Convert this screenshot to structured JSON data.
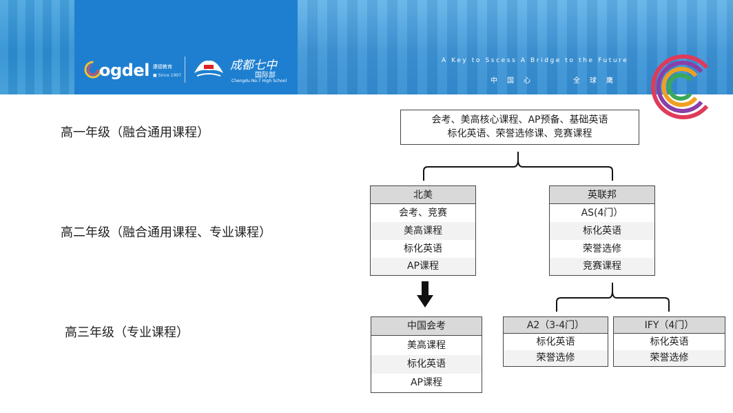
{
  "banner": {
    "cogdel_brand": "ogdel",
    "cogdel_sub": "康德教育",
    "cogdel_since": "■ Since 1997",
    "school_name": "成都七中",
    "school_dept": "国际部",
    "school_en": "Chengdu No.7 High School",
    "slogan_en": "A Key to Sscess A Bridge to the Future",
    "slogan_cn_1": "中国心",
    "slogan_cn_2": "全球鹰"
  },
  "grades": {
    "g1": "高一年级（融合通用课程）",
    "g2": "高二年级（融合通用课程、专业课程）",
    "g3": "高三年级（专业课程）"
  },
  "top_box": {
    "line1": "会考、美高核心课程、AP预备、基础英语",
    "line2": "标化英语、荣誉选修课、竞赛课程"
  },
  "north_america": {
    "head": "北美",
    "rows": [
      "会考、竞赛",
      "美高课程",
      "标化英语",
      "AP课程"
    ]
  },
  "commonwealth": {
    "head": "英联邦",
    "rows": [
      "AS(4门）",
      "标化英语",
      "荣誉选修",
      "竞赛课程"
    ]
  },
  "china_exam": {
    "head": "中国会考",
    "rows": [
      "美高课程",
      "标化英语",
      "AP课程"
    ]
  },
  "a2": {
    "head": "A2（3-4门）",
    "rows": [
      "标化英语",
      "荣誉选修"
    ]
  },
  "ify": {
    "head": "IFY（4门）",
    "rows": [
      "标化英语",
      "荣誉选修"
    ]
  },
  "colors": {
    "banner_blue": "#2e8fd2",
    "logo_panel": "#1e7fd0",
    "header_gray": "#d9d9d9",
    "row_alt": "#f2f2f2"
  }
}
